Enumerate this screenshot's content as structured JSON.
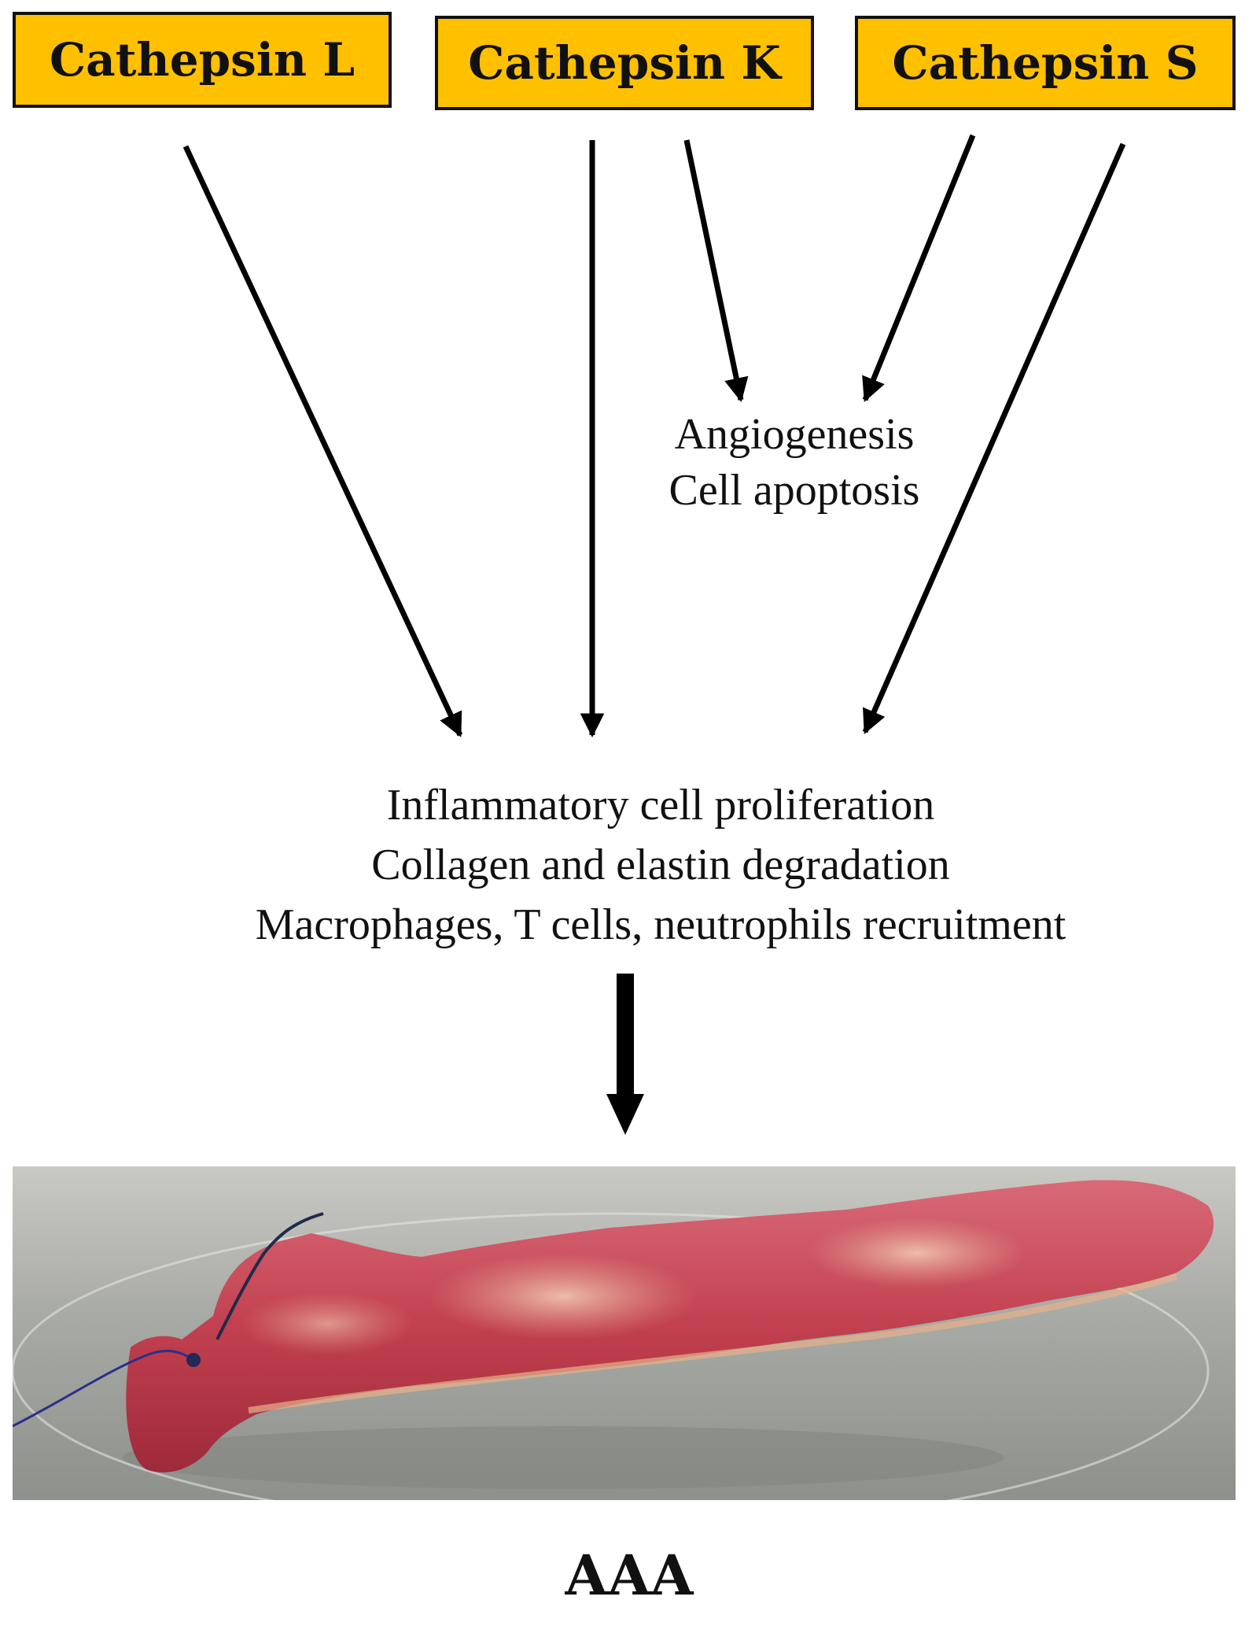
{
  "cathepsins": {
    "l": "Cathepsin L",
    "k": "Cathepsin K",
    "s": "Cathepsin S"
  },
  "intermediate": [
    "Angiogenesis",
    "Cell apoptosis"
  ],
  "effects": [
    "Inflammatory cell proliferation",
    "Collagen and elastin degradation",
    "Macrophages, T cells, neutrophils recruitment"
  ],
  "outcome": "AAA",
  "colors": {
    "box_fill": "#ffc000",
    "box_border": "#111111",
    "arrow": "#000000"
  }
}
